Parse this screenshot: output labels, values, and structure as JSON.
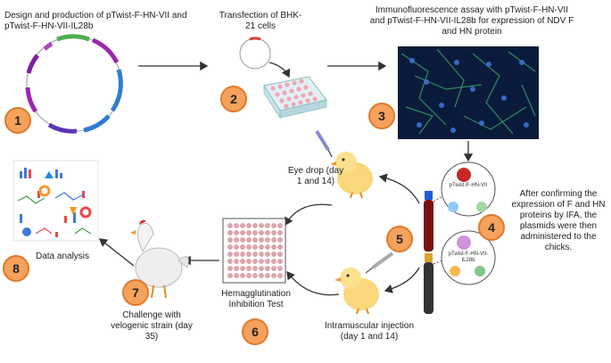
{
  "steps": {
    "s1": {
      "num": "1",
      "text": "Design and production of pTwist-F-HN-VII and pTwist-F-HN-VII-IL28b"
    },
    "s2": {
      "num": "2",
      "text": "Transfection of BHK-21 cells"
    },
    "s3": {
      "num": "3",
      "text": "Immunofluorescence assay with pTwist-F-HN-VII and pTwist-F-HN-VII-IL28b for expression of NDV F and HN protein"
    },
    "s4": {
      "num": "4",
      "text": "After confirming the expression of F and HN proteins by IFA, the plasmids were then administered to the chicks."
    },
    "s5": {
      "num": "5"
    },
    "s6": {
      "num": "6",
      "text": "Hemagglutination Inhibition Test"
    },
    "s7": {
      "num": "7",
      "text": "Challenge with velogenic strain (day 35)"
    },
    "s8": {
      "num": "8",
      "text": "Data analysis"
    }
  },
  "eye_drop": "Eye drop (day 1 and 14)",
  "im_injection": "Intramuscular injection (day 1 and 14)",
  "plasmid_a": "pTwist-F-HN-VII",
  "plasmid_b": "pTwist-F-HN-VII-IL28b",
  "colors": {
    "badge": "#f5a25c",
    "badge_border": "#e07a2d",
    "arrow": "#333333"
  }
}
